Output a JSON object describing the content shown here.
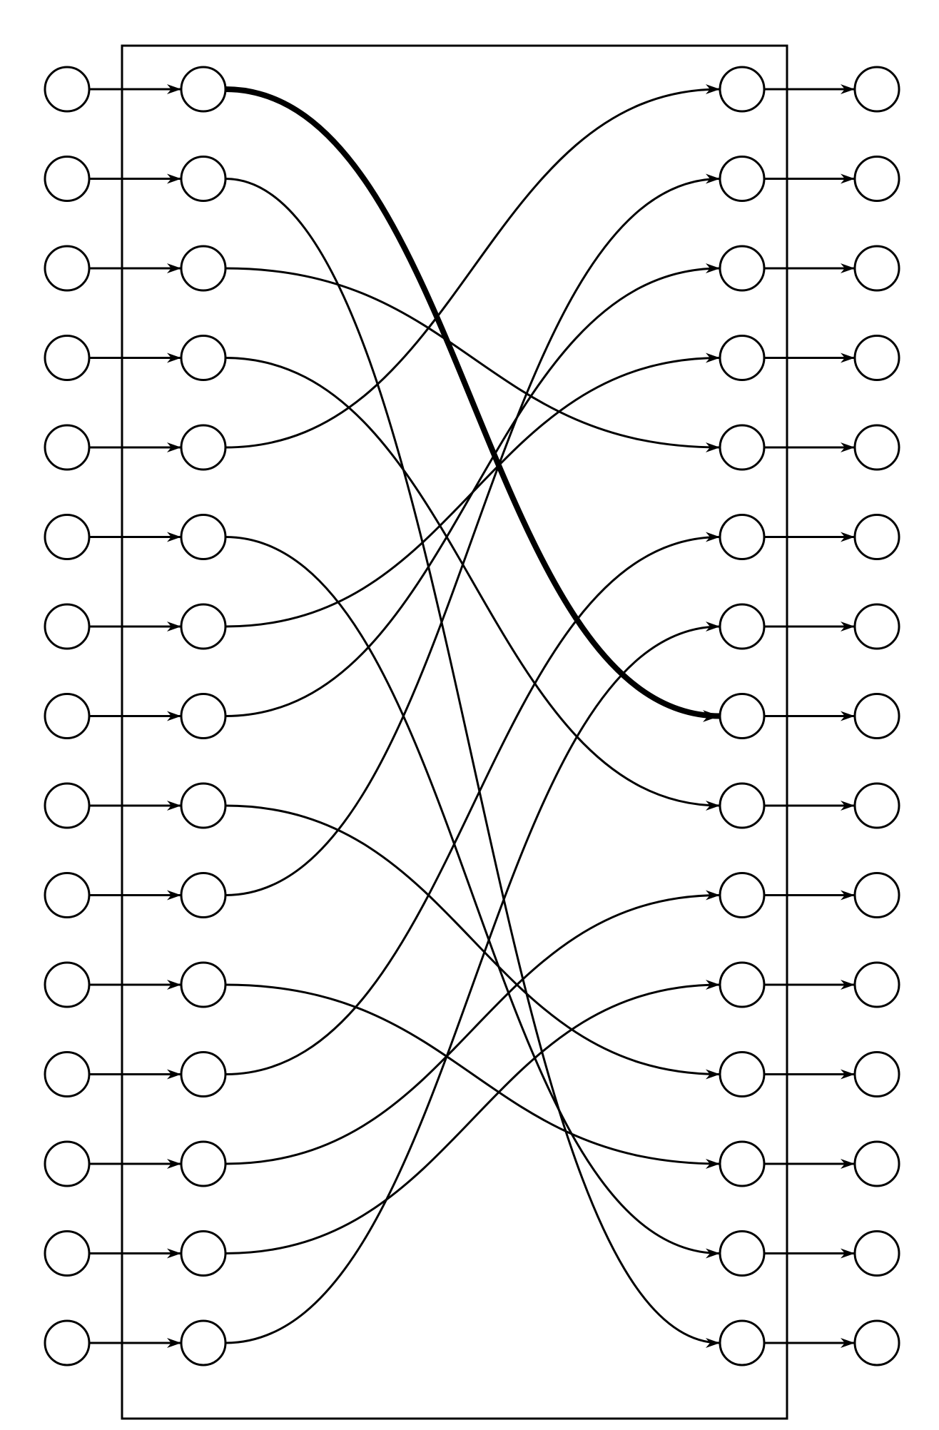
{
  "diagram": {
    "rows": 15,
    "permutation": [
      7,
      14,
      4,
      8,
      0,
      13,
      3,
      2,
      11,
      1,
      12,
      5,
      9,
      10,
      6
    ],
    "highlighted_source": 0,
    "stroke_color": "#000000",
    "background_color": "#ffffff"
  }
}
